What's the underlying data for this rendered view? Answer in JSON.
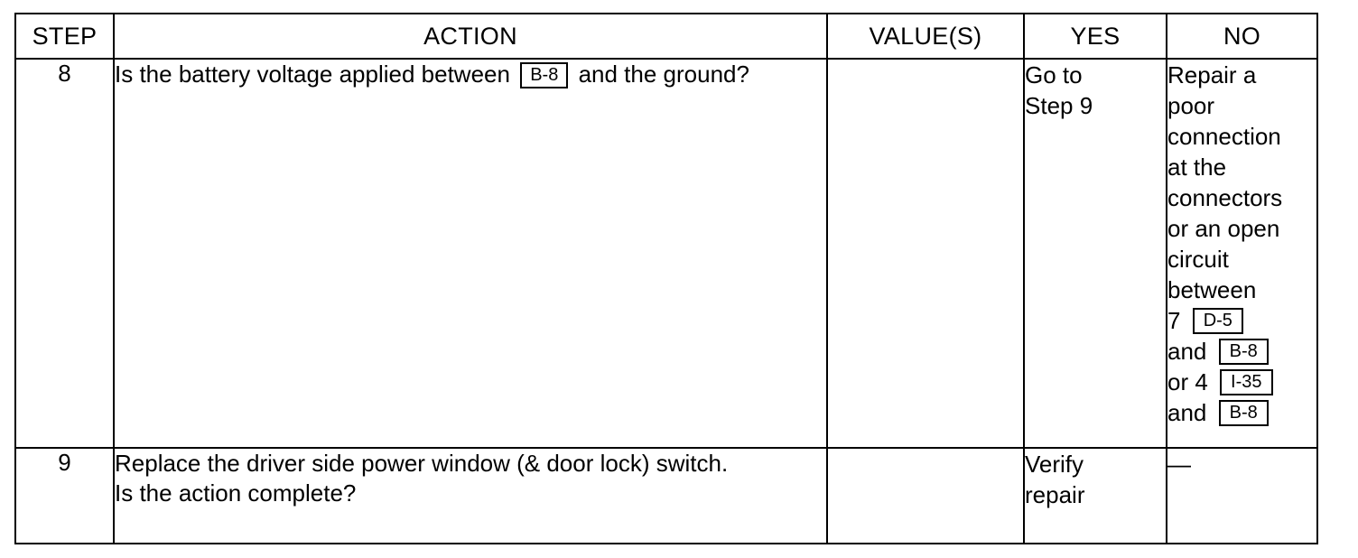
{
  "table": {
    "columns": [
      {
        "key": "step",
        "label": "STEP"
      },
      {
        "key": "action",
        "label": "ACTION"
      },
      {
        "key": "value",
        "label": "VALUE(S)"
      },
      {
        "key": "yes",
        "label": "YES"
      },
      {
        "key": "no",
        "label": "NO"
      }
    ],
    "rows": [
      {
        "step": "8",
        "action": {
          "text_before": "Is the battery voltage applied between",
          "connector": "B-8",
          "text_after": "and the ground?"
        },
        "value": "",
        "yes_lines": [
          "Go to",
          "Step 9"
        ],
        "no_lines": [
          {
            "text": "Repair a"
          },
          {
            "text": "poor"
          },
          {
            "text": "connection"
          },
          {
            "text": "at the"
          },
          {
            "text": "connectors"
          },
          {
            "text": "or an open"
          },
          {
            "text": "circuit"
          },
          {
            "text": "between"
          },
          {
            "text": "7",
            "connector": "D-5"
          },
          {
            "text": "and",
            "connector": "B-8"
          },
          {
            "text": "or 4",
            "connector": "I-35"
          },
          {
            "text": "and",
            "connector": "B-8"
          }
        ]
      },
      {
        "step": "9",
        "action": {
          "line1": "Replace the driver side power window (& door lock) switch.",
          "line2": "Is the action complete?"
        },
        "value": "",
        "yes_lines": [
          "Verify",
          "repair"
        ],
        "no_lines": [
          {
            "text": "—"
          }
        ]
      }
    ]
  },
  "colors": {
    "ink": "#000000",
    "paper": "#ffffff"
  }
}
